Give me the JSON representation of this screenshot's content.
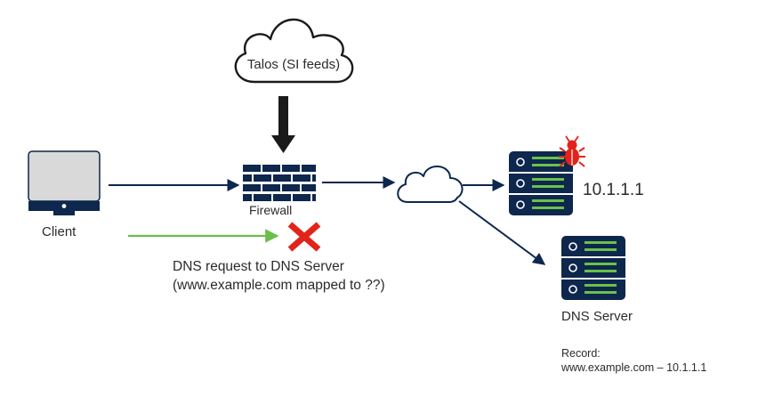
{
  "labels": {
    "cloud": "Talos (SI feeds)",
    "firewall": "Firewall",
    "client": "Client",
    "malicious_ip": "10.1.1.1",
    "dns_request_line1": "DNS request to DNS Server",
    "dns_request_line2": "(www.example.com mapped to ??)",
    "dns_server": "DNS Server",
    "record_title": "Record:",
    "record_value": "www.example.com – 10.1.1.1"
  },
  "icons": {
    "talos": "cloud-icon",
    "feed_arrow": "arrow-down-icon",
    "client": "monitor-icon",
    "firewall": "firewall-icon",
    "internet": "cloud-icon",
    "malicious_server": "server-icon",
    "malware": "bug-icon",
    "dns_server": "server-icon",
    "blocked": "x-mark-icon"
  },
  "colors": {
    "navy": "#0d274d",
    "green": "#6abf4b",
    "red": "#e2231a",
    "server_bar": "#6cc04a",
    "monitor_screen": "#d9d9d9"
  }
}
